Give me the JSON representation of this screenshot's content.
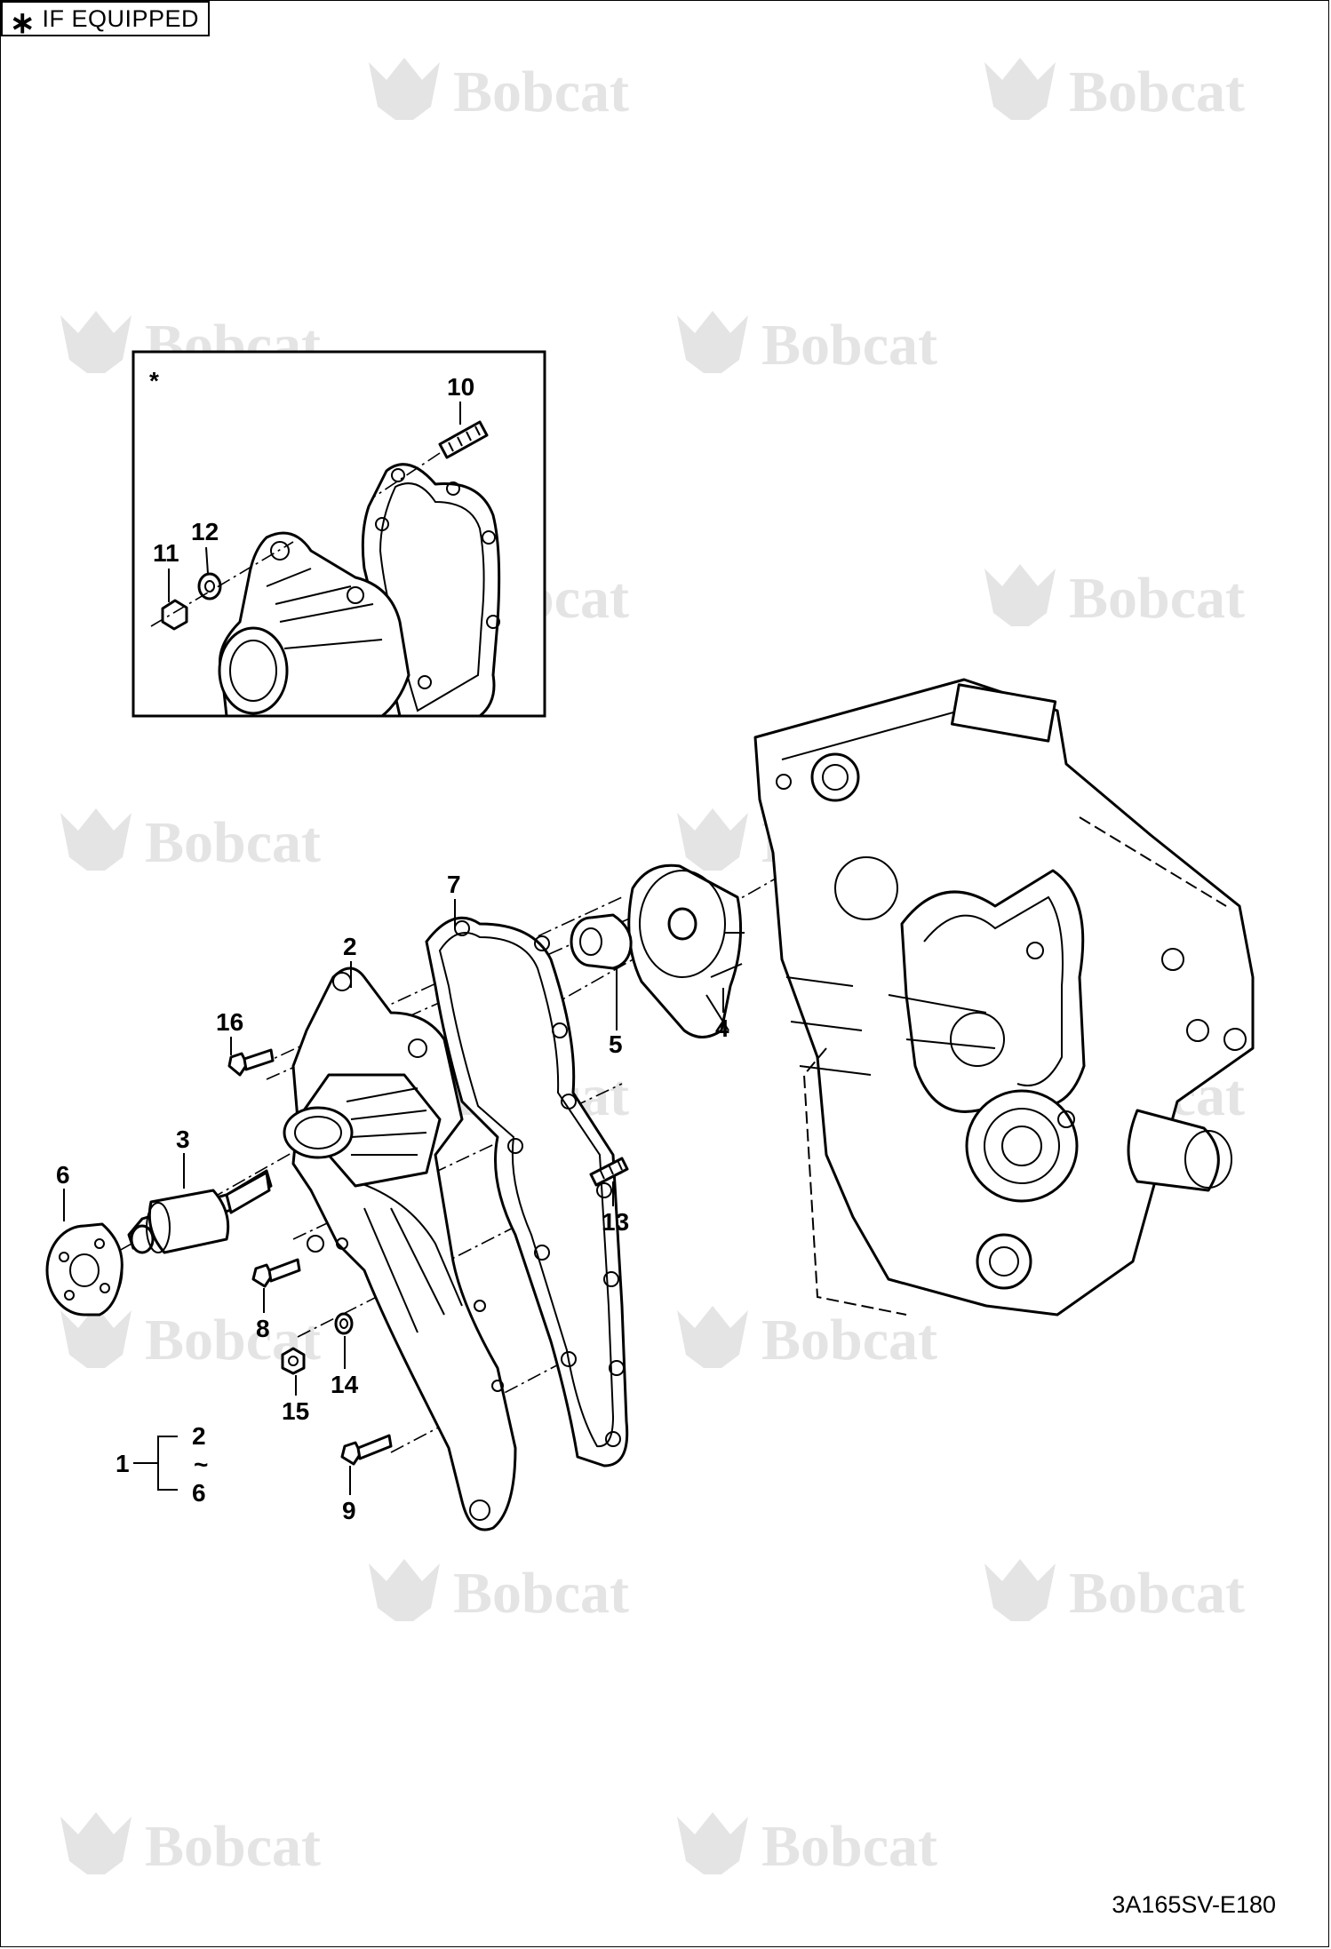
{
  "header": {
    "note_symbol": "∗",
    "note_label": "IF EQUIPPED"
  },
  "watermark": {
    "brand": "Bobcat",
    "mark": "."
  },
  "inset": {
    "symbol": "*",
    "callouts": [
      "10",
      "11",
      "12"
    ]
  },
  "callouts": {
    "c1": "1",
    "c2": "2",
    "c3": "3",
    "c4": "4",
    "c5": "5",
    "c6": "6",
    "c7": "7",
    "c8": "8",
    "c9": "9",
    "c13": "13",
    "c14": "14",
    "c15": "15",
    "c16": "16"
  },
  "range": {
    "main": "1",
    "from": "2",
    "sep": "~",
    "to": "6"
  },
  "footer": {
    "drawing_number": "3A165SV-E180"
  }
}
